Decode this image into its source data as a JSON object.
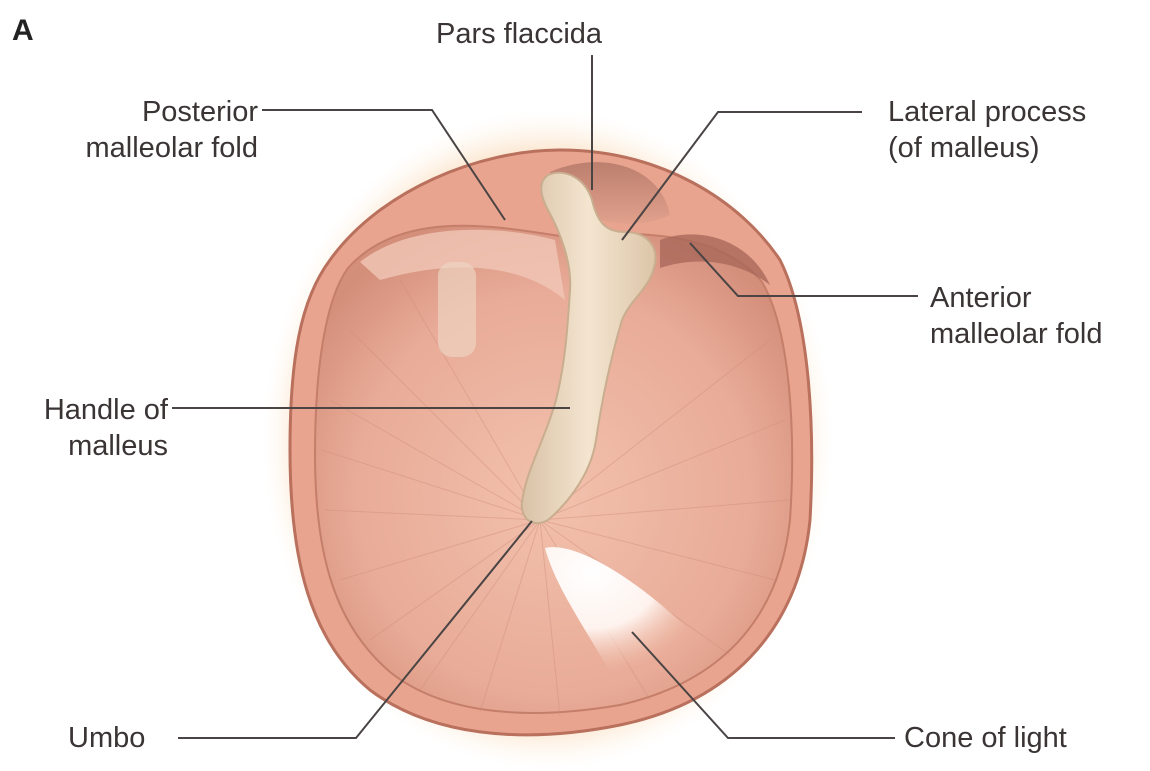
{
  "figure": {
    "panel_letter": "A",
    "labels": {
      "pars_flaccida": "Pars flaccida",
      "posterior_fold_1": "Posterior",
      "posterior_fold_2": "malleolar fold",
      "lateral_process_1": "Lateral process",
      "lateral_process_2": "(of malleus)",
      "anterior_fold_1": "Anterior",
      "anterior_fold_2": "malleolar fold",
      "handle_1": "Handle of",
      "handle_2": "malleus",
      "umbo": "Umbo",
      "cone_of_light": "Cone of light"
    },
    "colors": {
      "membrane": "#e7a994",
      "membrane_dark": "#c9836f",
      "rim_glow": "#f7cf9f",
      "bone": "#efdcc4",
      "leader_line": "#4a4444"
    }
  }
}
